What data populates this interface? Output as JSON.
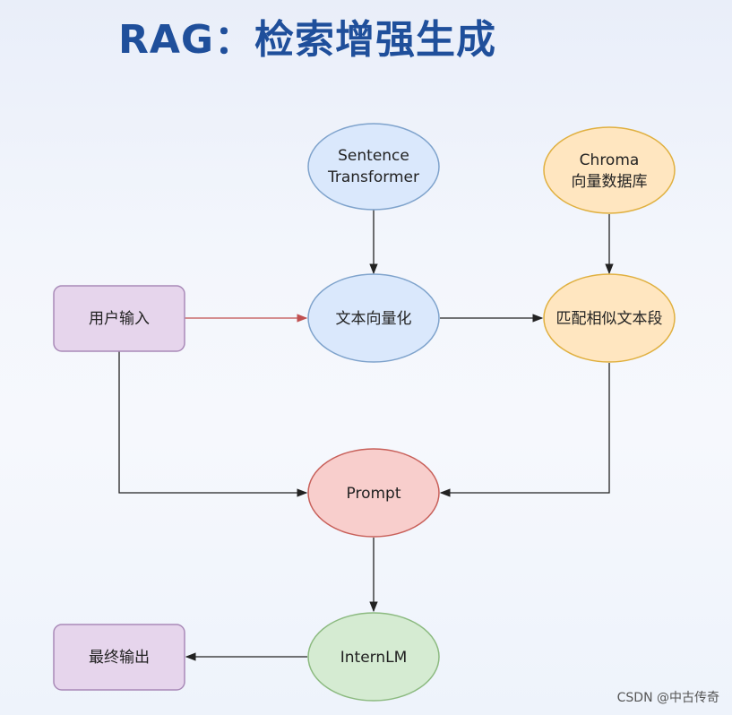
{
  "title": "RAG：检索增强生成",
  "nodes": {
    "sentence_transformer": {
      "line1": "Sentence",
      "line2": "Transformer"
    },
    "chroma": {
      "line1": "Chroma",
      "line2": "向量数据库"
    },
    "user_input": {
      "label": "用户输入"
    },
    "vectorize": {
      "label": "文本向量化"
    },
    "match": {
      "label": "匹配相似文本段"
    },
    "prompt": {
      "label": "Prompt"
    },
    "internlm": {
      "label": "InternLM"
    },
    "final_output": {
      "label": "最终输出"
    }
  },
  "colors": {
    "blue_fill": "#dae8fc",
    "blue_stroke": "#7fa3cc",
    "orange_fill": "#ffe6c0",
    "orange_stroke": "#e0b040",
    "purple_fill": "#e6d5ec",
    "purple_stroke": "#a98ab8",
    "red_fill": "#f8cecc",
    "red_stroke": "#c8605a",
    "green_fill": "#d5ebd2",
    "green_stroke": "#8cba80",
    "edge": "#222222",
    "edge_highlight": "#c05050"
  },
  "watermark": "CSDN @中古传奇"
}
